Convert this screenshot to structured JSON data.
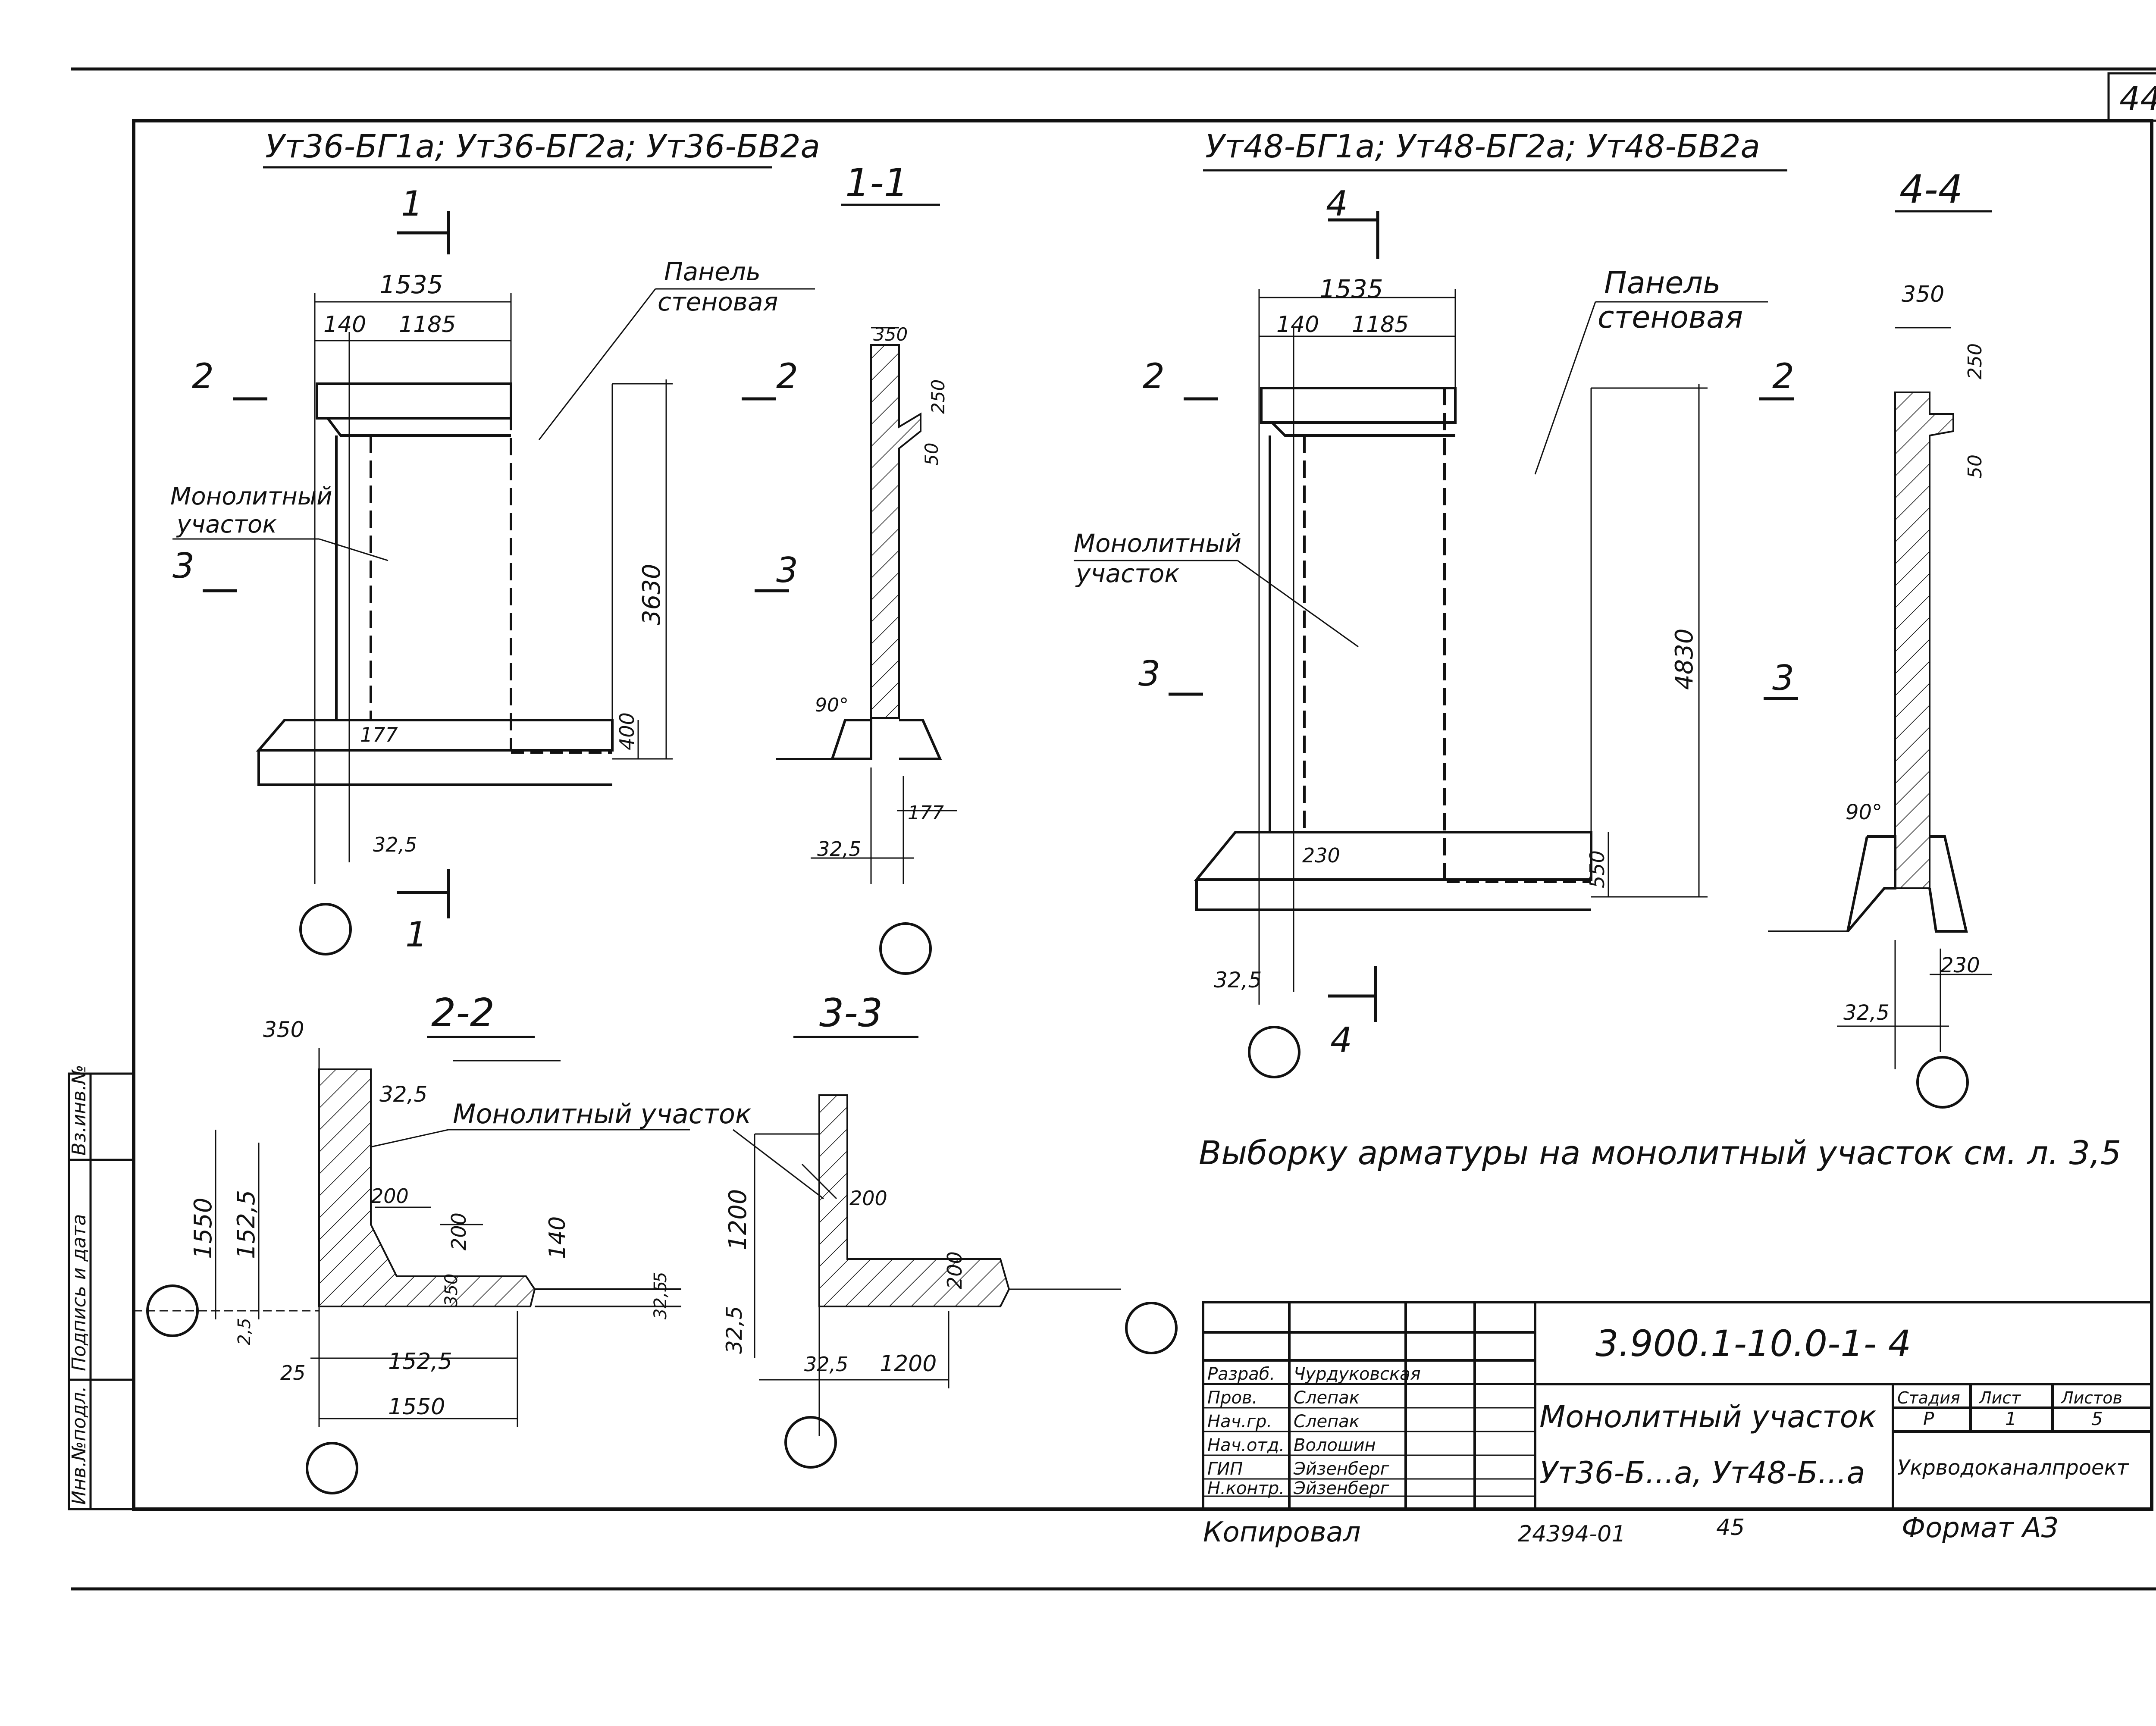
{
  "page_number": "44",
  "left_panel": {
    "heading": "Ут36-БГ1а; Ут36-БГ2а; Ут36-БВ2а",
    "section_title": "1-1",
    "dims": {
      "width_total": "1535",
      "width_a": "140",
      "width_b": "1185",
      "height": "3630",
      "base_h": "400",
      "base_off": "177",
      "bottom": "32,5"
    },
    "panel_label_1": "Панель",
    "panel_label_2": "стеновая",
    "mono_label_1": "Монолитный",
    "mono_label_2": "участок",
    "cut_1": "1",
    "cut_2": "2",
    "cut_3": "3"
  },
  "section_1_1": {
    "dims": {
      "top": "350",
      "d250": "250",
      "d50": "50",
      "angle": "90°",
      "d177": "177",
      "d325": "32,5"
    }
  },
  "right_panel": {
    "heading": "Ут48-БГ1а; Ут48-БГ2а; Ут48-БВ2а",
    "section_title": "4-4",
    "dims": {
      "width_total": "1535",
      "width_a": "140",
      "width_b": "1185",
      "height": "4830",
      "base_h": "550",
      "base_off": "230",
      "bottom": "32,5"
    },
    "panel_label_1": "Панель",
    "panel_label_2": "стеновая",
    "mono_label_1": "Монолитный",
    "mono_label_2": "участок",
    "cut_4": "4",
    "cut_2": "2",
    "cut_3": "3"
  },
  "section_4_4": {
    "dims": {
      "top": "350",
      "d250": "250",
      "d50": "50",
      "angle": "90°",
      "d230": "230",
      "d325": "32,5"
    }
  },
  "section_2_2": {
    "title": "2-2",
    "label": "Монолитный участок",
    "dims": {
      "d350": "350",
      "d325": "32,5",
      "d1550": "1550",
      "d1525": "152,5",
      "d25a": "2,5",
      "d25b": "25",
      "d200a": "200",
      "d200b": "200",
      "d350b": "350",
      "d140": "140",
      "d5": "5",
      "d325b": "32,5",
      "d1525b": "152,5",
      "d1550b": "1550"
    }
  },
  "section_3_3": {
    "title": "3-3",
    "dims": {
      "d1200": "1200",
      "d200": "200",
      "d200b": "200",
      "d325": "32,5",
      "d325b": "32,5",
      "d1200b": "1200"
    }
  },
  "note": "Выборку арматуры на монолитный участок см. л. 3,5",
  "side_stamp": {
    "col1": "Инв.№подл.",
    "col2": "Подпись и дата",
    "col3": "Вз.инв.№"
  },
  "title_block": {
    "code": "3.900.1-10.0-1- 4",
    "name_line1": "Монолитный участок",
    "name_line2": "Ут36-Б...а, Ут48-Б...а",
    "roles": [
      {
        "role": "Разраб.",
        "name": "Чурдуковская"
      },
      {
        "role": "Пров.",
        "name": "Слепак"
      },
      {
        "role": "Нач.гр.",
        "name": "Слепак"
      },
      {
        "role": "Нач.отд.",
        "name": "Волошин"
      },
      {
        "role": "ГИП",
        "name": "Эйзенберг"
      },
      {
        "role": "Н.контр.",
        "name": "Эйзенберг"
      }
    ],
    "stage_label": "Стадия",
    "sheet_label": "Лист",
    "sheets_label": "Листов",
    "stage": "Р",
    "sheet": "1",
    "sheets": "5",
    "org": "Укрводоканалпроект"
  },
  "footer": {
    "copied": "Копировал",
    "number": "24394-01",
    "page": "45",
    "format": "Формат А3"
  }
}
